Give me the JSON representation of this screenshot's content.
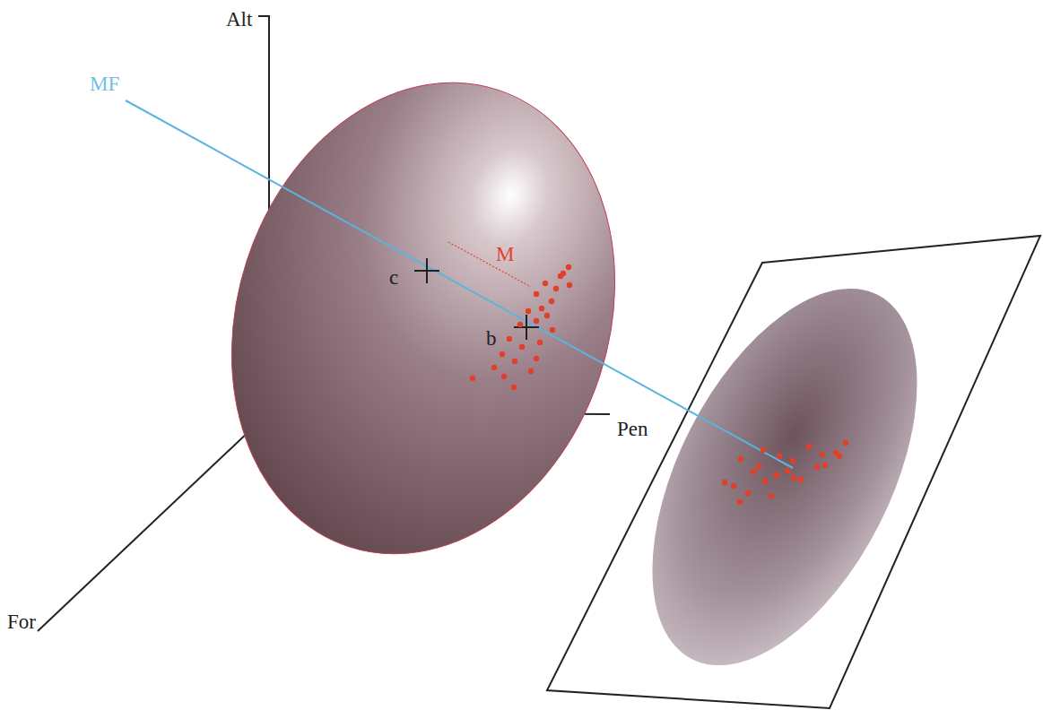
{
  "diagram": {
    "labels": [
      "Alt",
      "MF",
      "M",
      "c",
      "b",
      "Pen",
      "For"
    ]
  }
}
